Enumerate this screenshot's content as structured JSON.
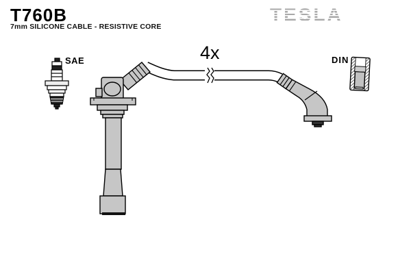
{
  "header": {
    "part_number": "T760B",
    "subtitle": "7mm SILICONE CABLE - RESISTIVE CORE",
    "brand": "TESLA"
  },
  "labels": {
    "sae_standard": "SAE",
    "din_standard": "DIN",
    "quantity": "4x"
  },
  "illustration": {
    "parts": [
      "spark-plug",
      "coil-boot",
      "silicone-cable",
      "cable-break",
      "distributor-boot",
      "din-connector-cross-section"
    ],
    "colors": {
      "background": "#ffffff",
      "outline": "#000000",
      "boot_gray": "#c6c6c6",
      "logo_gray": "#a8a8a8",
      "dark_parts": "#222222"
    }
  }
}
